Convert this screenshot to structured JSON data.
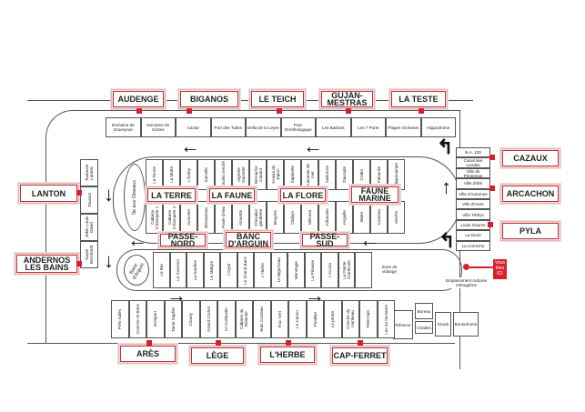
{
  "top_labels": [
    "AUDENGE",
    "BIGANOS",
    "LE TEICH",
    "GUJAN-\nMESTRAS",
    "LA TESTE"
  ],
  "top_row": [
    "Domaine de Graveyron",
    "Domaine de Certes",
    "Caviar",
    "Port des Tuiles",
    "Delta de la Leyre",
    "Parc Ornithologique",
    "Les Barbots",
    "Les 7 Ports",
    "Plages Océanes",
    "Hippodrome"
  ],
  "upper_top": [
    "La Tonne",
    "La Motte",
    "L'Estey",
    "Sarcelle",
    "Courlis cendré",
    "Aigrette Garzette",
    "Bernache cravant",
    "Acacia du Japon",
    "Sapinette",
    "Lavande de mer",
    "Salicorne",
    "Daurade",
    "Crabe",
    "Palourde",
    "Hippocampe"
  ],
  "upper_bottom": [
    "Cabane tchanquée 1",
    "Cabane tchanquée 2",
    "Avocette",
    "Bécasseau",
    "Poule d'eau",
    "Alouette",
    "Chevalier gambette",
    "Bruyère",
    "Oïdium",
    "Mimosa",
    "Arbousier",
    "Anguille",
    "Mulet",
    "Couteau",
    "Seiche"
  ],
  "island": "Île aux Oiseaux",
  "mid_labels": [
    "LA TERRE",
    "LA FAUNE",
    "LA FLORE",
    "FAUNE\nMARINE"
  ],
  "passe_labels": [
    "PASSE-NORD",
    "BANC\nD'ARGUIN",
    "PASSE-SUD"
  ],
  "banc_oval": "Banc d'Arguin",
  "lower_row": [
    "Le Bar",
    "Le Courson",
    "La Sardine",
    "Le Maïgre",
    "L'Oyat",
    "Le Grand Banc",
    "L'Huître",
    "Le Bigorneau",
    "Monotype",
    "La Pinasse",
    "L'Accou",
    "La Pointe Ostréicole",
    ""
  ],
  "zone_vidange": "Zone de vidange",
  "bottom_row": [
    "Prés Salés",
    "Conche St Brice",
    "Ovniport",
    "Tante Sophie",
    "Clouey",
    "Grand Crohot",
    "Le Corbusier",
    "Cabane du Résinier",
    "Jean Cocteau",
    "Truc Vert",
    "Le Canon",
    "Piraillan",
    "Le phare",
    "Conche du mimbeau",
    "Petit train",
    "Les 44 hectares"
  ],
  "facilities": {
    "reserve": "Réserve",
    "bureau": "Bureau",
    "chalets": "Chalets",
    "snack": "Snack",
    "boulodrome": "Boulodrome",
    "emplacement": "Emplacement ordures ménagères"
  },
  "bottom_labels": [
    "ARÈS",
    "LÈGE",
    "L'HERBE",
    "CAP-FERRET"
  ],
  "left_labels": [
    "LANTON",
    "ANDERNOS\nLES BAINS"
  ],
  "left_column": [
    "Toulouse Lautrec",
    "Toussot",
    "Jekie Louis David",
    "Sarah Bernhardt"
  ],
  "right_labels": [
    "CAZAUX",
    "ARCACHON",
    "PYLA"
  ],
  "right_column": [
    "B.A. 120",
    "Canal des Landes",
    "Ville de Printemps",
    "Ville d'Été",
    "Ville d'Automne",
    "Ville d'Hiver",
    "Villa Téthys",
    "Louis Gaume",
    "La Dune",
    "La Corniche"
  ],
  "you_are_here": "Vous êtes ICI",
  "colors": {
    "accent": "#d7202a",
    "label_border": "#b2353b"
  }
}
